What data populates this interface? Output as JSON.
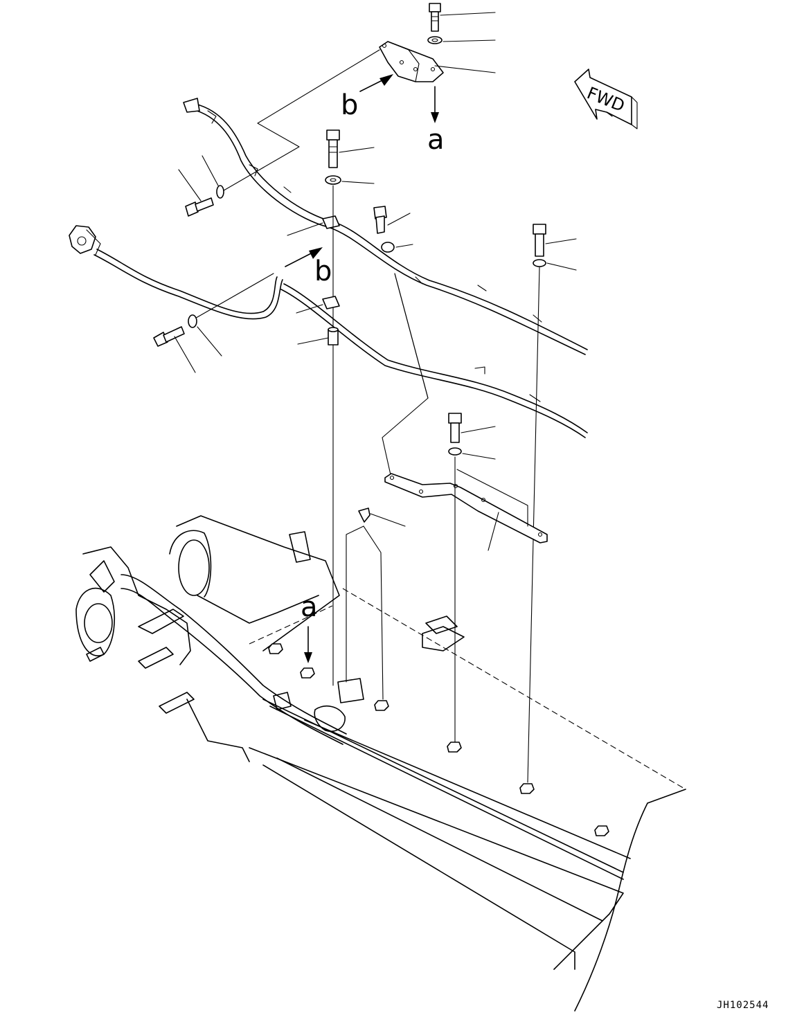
{
  "labels": {
    "view_a": "a",
    "view_b": "b"
  },
  "fwd_marker": "FWD",
  "drawing_code": "JH102544"
}
